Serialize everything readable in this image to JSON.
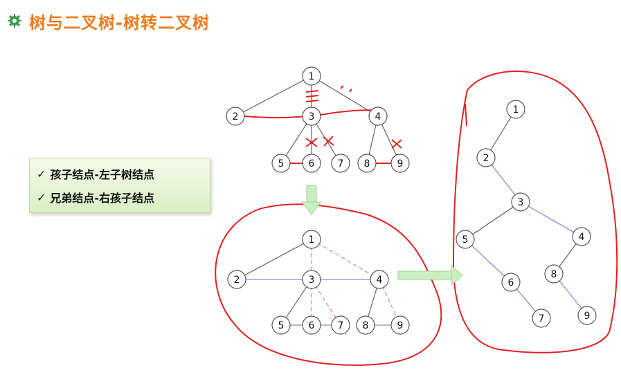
{
  "title": "树与二叉树-树转二叉树",
  "rules": [
    {
      "check": "✓",
      "text": "孩子结点-左子树结点"
    },
    {
      "check": "✓",
      "text": "兄弟结点-右孩子结点"
    }
  ],
  "colors": {
    "title": "#f07a1a",
    "edge": "#555555",
    "sibling_link": "#8a8ad6",
    "dashed": "#d98a9c",
    "annotation": "#e02020",
    "arrow": "#a8e0a0"
  },
  "trees": {
    "original": {
      "nodes": [
        "1",
        "2",
        "3",
        "4",
        "5",
        "6",
        "7",
        "8",
        "9"
      ],
      "edges": [
        [
          "1",
          "2"
        ],
        [
          "1",
          "3"
        ],
        [
          "1",
          "4"
        ],
        [
          "3",
          "5"
        ],
        [
          "3",
          "6"
        ],
        [
          "3",
          "7"
        ],
        [
          "4",
          "8"
        ],
        [
          "4",
          "9"
        ]
      ]
    },
    "intermediate": {
      "nodes": [
        "1",
        "2",
        "3",
        "4",
        "5",
        "6",
        "7",
        "8",
        "9"
      ],
      "child_edges": [
        [
          "1",
          "2"
        ],
        [
          "3",
          "5"
        ],
        [
          "4",
          "8"
        ]
      ],
      "sibling_edges": [
        [
          "2",
          "3"
        ],
        [
          "3",
          "4"
        ],
        [
          "5",
          "6"
        ],
        [
          "6",
          "7"
        ],
        [
          "8",
          "9"
        ]
      ],
      "removed_edges": [
        [
          "1",
          "3"
        ],
        [
          "1",
          "4"
        ],
        [
          "3",
          "6"
        ],
        [
          "3",
          "7"
        ],
        [
          "4",
          "9"
        ]
      ]
    },
    "binary": {
      "nodes": [
        "1",
        "2",
        "3",
        "4",
        "5",
        "6",
        "7",
        "8",
        "9"
      ],
      "black_edges": [
        [
          "1",
          "2"
        ],
        [
          "3",
          "5"
        ],
        [
          "4",
          "8"
        ]
      ],
      "blue_edges": [
        [
          "2",
          "3"
        ],
        [
          "3",
          "4"
        ],
        [
          "5",
          "6"
        ],
        [
          "6",
          "7"
        ],
        [
          "8",
          "9"
        ]
      ]
    }
  }
}
